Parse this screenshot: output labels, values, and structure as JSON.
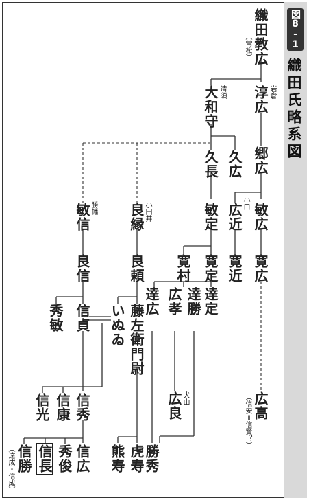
{
  "figure": {
    "badge": "図8-1",
    "title": "織田氏略系図"
  },
  "people": {
    "toshihiro": {
      "name": "織田教広",
      "note": "（常松）"
    },
    "atsuhiro": {
      "name": "淳広",
      "note": "岩倉"
    },
    "yamatonokami": {
      "name": "大和守",
      "note": "清須"
    },
    "gouhiro": {
      "name": "郷広"
    },
    "hisahiro": {
      "name": "久広"
    },
    "hisanaga": {
      "name": "久長"
    },
    "toshihiro2": {
      "name": "敏広"
    },
    "hirochika": {
      "name": "広近",
      "note": "小口"
    },
    "toshisada": {
      "name": "敏定"
    },
    "yoshienishi": {
      "name": "良縁",
      "note": "小田井"
    },
    "toshinobu": {
      "name": "敏信",
      "note": "勝幡"
    },
    "hirohiro": {
      "name": "寛広"
    },
    "hirochika2": {
      "name": "寛近"
    },
    "hirosada": {
      "name": "寛定"
    },
    "hiromura": {
      "name": "寛村"
    },
    "yoshiyori": {
      "name": "良頼"
    },
    "yoshinobu": {
      "name": "良信"
    },
    "hirotaka": {
      "name": "広高",
      "note": "（信安＝信賢？）"
    },
    "michisada": {
      "name": "達定"
    },
    "michikatsu": {
      "name": "達勝"
    },
    "hirotaka2": {
      "name": "広孝"
    },
    "michihiro": {
      "name": "達広"
    },
    "hiroyoshi": {
      "name": "広良",
      "note": "犬山"
    },
    "tozaemon": {
      "name": "藤左衛門尉"
    },
    "inunu": {
      "name": "いぬゐ"
    },
    "nobusada": {
      "name": "信貞"
    },
    "hidetoshi": {
      "name": "秀敏"
    },
    "katsuhide": {
      "name": "勝秀"
    },
    "torahisa": {
      "name": "虎寿"
    },
    "kumahisa": {
      "name": "熊寿"
    },
    "nobuhide": {
      "name": "信秀"
    },
    "nobuyasu": {
      "name": "信康"
    },
    "nobumitsu": {
      "name": "信光"
    },
    "nobuhiro": {
      "name": "信広"
    },
    "hidetoshi2": {
      "name": "秀俊"
    },
    "nobunaga": {
      "name": "信長"
    },
    "nobukatsu": {
      "name": "信勝",
      "note": "（達成・信成）"
    }
  }
}
